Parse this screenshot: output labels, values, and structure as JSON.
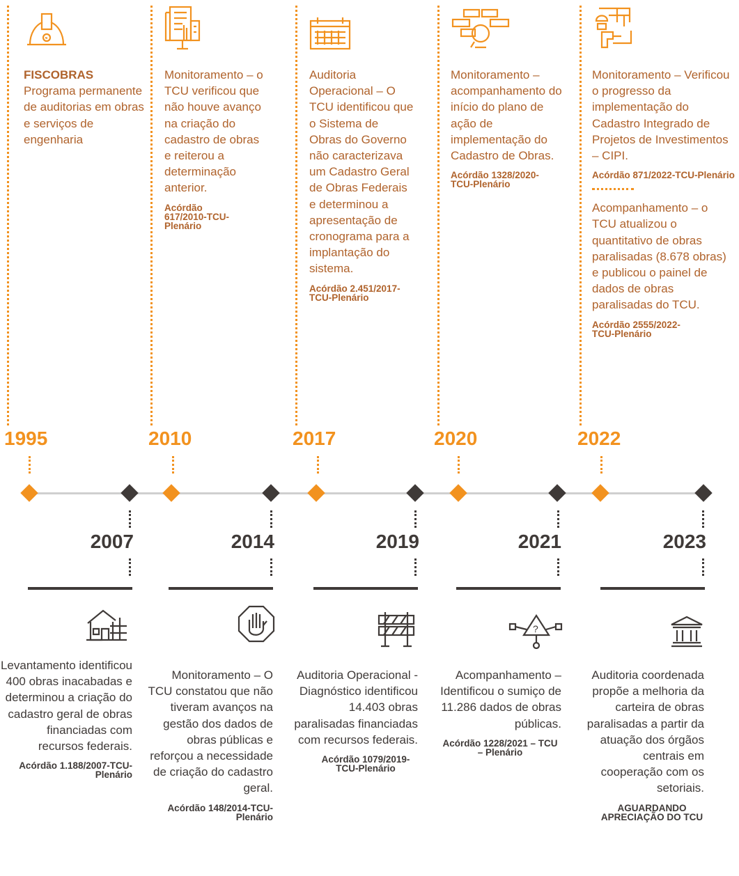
{
  "top": [
    {
      "year": "1995",
      "title": "FISCOBRAS",
      "text": "Programa permanente de auditorias em obras e serviços de engenharia",
      "ref": "",
      "icon": "hardhat-icon"
    },
    {
      "year": "2010",
      "title": "",
      "text": "Monitoramento – o TCU verificou que não houve avanço na criação do cadastro de obras e reiterou a determinação anterior.",
      "ref": "Acórdão 617/2010-TCU-Plenário",
      "icon": "building-icon"
    },
    {
      "year": "2017",
      "title": "",
      "text": "Auditoria Operacional – O TCU identificou que o Sistema de Obras do Governo não caracterizava um Cadastro Geral de Obras Federais e determinou a apresentação de cronograma para a implantação do sistema.",
      "ref": "Acórdão 2.451/2017-TCU-Plenário",
      "icon": "calendar-icon"
    },
    {
      "year": "2020",
      "title": "",
      "text": "Monitoramento – acompanhamento do início do plano de ação de implementação do Cadastro de Obras.",
      "ref": "Acórdão 1328/2020-TCU-Plenário",
      "icon": "brick-search-icon"
    },
    {
      "year": "2022",
      "title": "",
      "text": "Monitoramento – Verificou o progresso da implementação do Cadastro Integrado de Projetos de Investimentos – CIPI.",
      "ref": "Acórdão 871/2022-TCU-Plenário",
      "text2": "Acompanhamento – o TCU atualizou o quantitativo de obras paralisadas (8.678 obras) e publicou o painel de dados de obras paralisadas do TCU.",
      "ref2": "Acórdão 2555/2022-TCU-Plenário",
      "icon": "worker-plan-icon"
    }
  ],
  "bottom": [
    {
      "year": "2007",
      "text": "Levantamento identificou 400 obras inacabadas e determinou a criação do cadastro geral de obras financiadas com recursos federais.",
      "ref": "Acórdão 1.188/2007-TCU-Plenário",
      "icon": "unfinished-house-icon"
    },
    {
      "year": "2014",
      "text": "Monitoramento – O TCU constatou que não tiveram avanços na gestão dos dados de obras públicas e reforçou a necessidade de criação do cadastro geral.",
      "ref": "Acórdão 148/2014-TCU-Plenário",
      "icon": "stop-hand-icon"
    },
    {
      "year": "2019",
      "text": "Auditoria Operacional - Diagnóstico identificou 14.403 obras paralisadas financiadas com recursos federais.",
      "ref": "Acórdão 1079/2019-TCU-Plenário",
      "icon": "barrier-icon"
    },
    {
      "year": "2021",
      "text": "Acompanhamento – Identificou o sumiço de 11.286 dados de obras públicas.",
      "ref": "Acórdão 1228/2021 – TCU – Plenário",
      "icon": "missing-data-icon"
    },
    {
      "year": "2023",
      "text": "Auditoria coordenada propõe a melhoria da carteira de obras paralisadas a partir da atuação dos órgãos centrais em cooperação com os setoriais.",
      "ref": "AGUARDANDO APRECIAÇÃO DO TCU",
      "icon": "government-building-icon"
    }
  ],
  "colors": {
    "accent": "#f2921f",
    "accent_text": "#b0632c",
    "dark": "#3f3a38",
    "axis": "#cfcfcf"
  }
}
